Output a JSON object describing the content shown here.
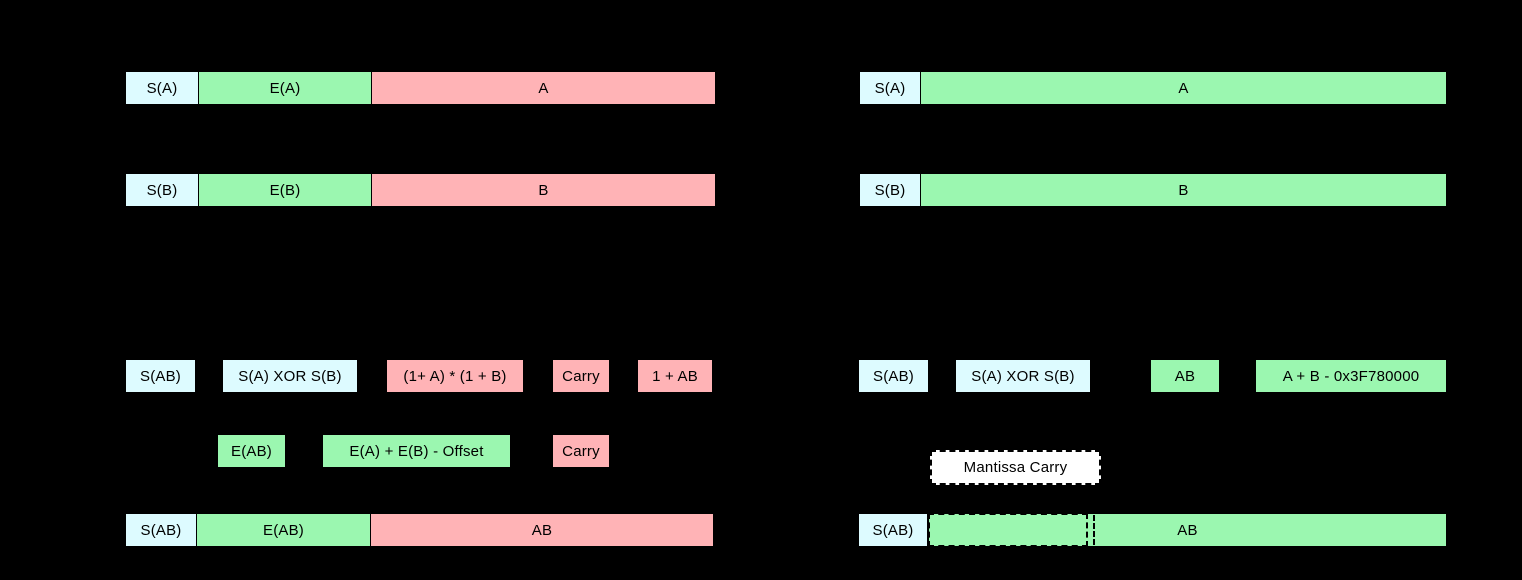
{
  "figure": {
    "title": "",
    "background_color": "#000000",
    "palette": {
      "sign_box": "#DDFBFF",
      "exponent_box": "#9BF7B0",
      "mantissa_box": "#FFB3B6",
      "neutral_box": "#FFFFFF",
      "border": "#000000"
    }
  },
  "left_diagram": {
    "name": "floating-point-multiply",
    "operand_a": {
      "sign": "S(A)",
      "exponent": "E(A)",
      "mantissa": "A"
    },
    "operand_b": {
      "sign": "S(B)",
      "exponent": "E(B)",
      "mantissa": "B"
    },
    "sign_row": {
      "result": "S(AB)",
      "expression": "S(A) XOR S(B)"
    },
    "mantissa_row": {
      "product": "(1+ A) * (1 + B)",
      "carry": "Carry",
      "normalized": "1 + AB"
    },
    "exponent_row": {
      "result": "E(AB)",
      "expression": "E(A) + E(B) - Offset",
      "carry": "Carry"
    },
    "result": {
      "sign": "S(AB)",
      "exponent": "E(AB)",
      "mantissa": "AB"
    }
  },
  "right_diagram": {
    "name": "logarithmic-approximate-multiply",
    "operand_a": {
      "sign": "S(A)",
      "payload": "A"
    },
    "operand_b": {
      "sign": "S(B)",
      "payload": "B"
    },
    "sign_row": {
      "result": "S(AB)",
      "expression": "S(A) XOR S(B)"
    },
    "value_row": {
      "product": "AB",
      "expression": "A + B - 0x3F780000"
    },
    "carry_note": "Mantissa Carry",
    "result": {
      "sign": "S(AB)",
      "payload": "AB"
    }
  }
}
